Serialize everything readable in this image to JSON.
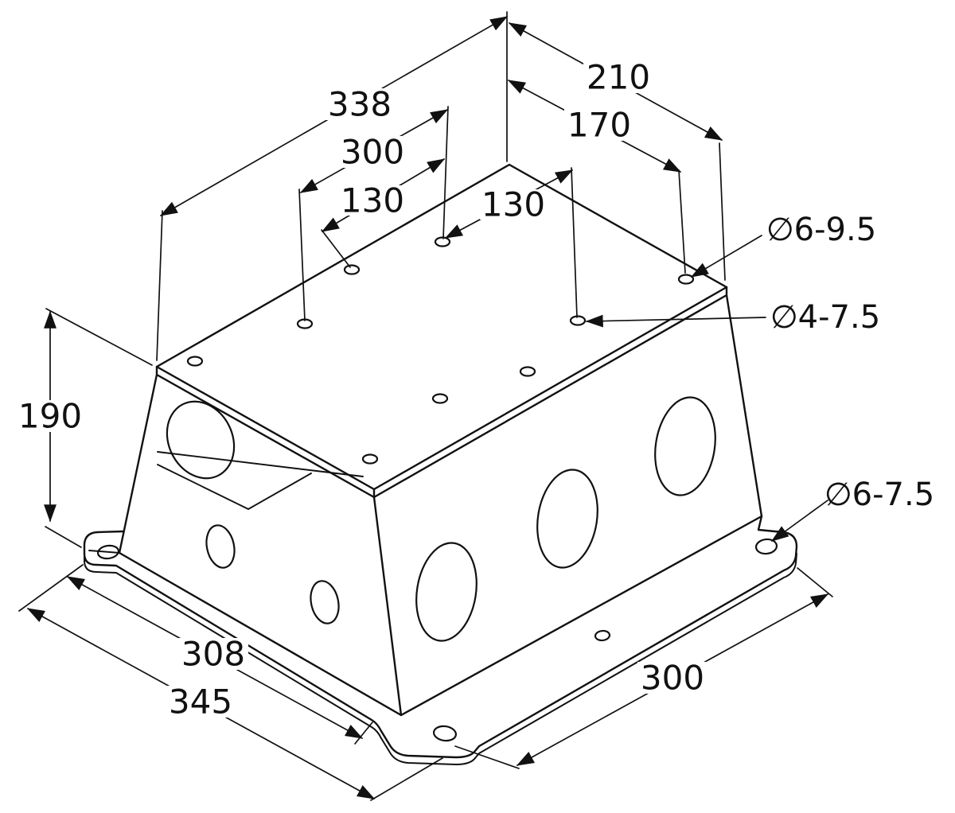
{
  "colors": {
    "background": "#ffffff",
    "line": "#111111"
  },
  "dimensions": {
    "top_face_length": "338",
    "top_face_width": "210",
    "top_hole_offset": "170",
    "top_hole_span": "300",
    "top_hole_spacing_left": "130",
    "top_hole_spacing_right": "130",
    "body_height": "190",
    "base_length_inner": "308",
    "base_length_outer": "345",
    "base_width": "300"
  },
  "callouts": {
    "top_mounting_holes": "∅6-9.5",
    "top_small_holes": "∅4-7.5",
    "flange_holes": "∅6-7.5"
  }
}
